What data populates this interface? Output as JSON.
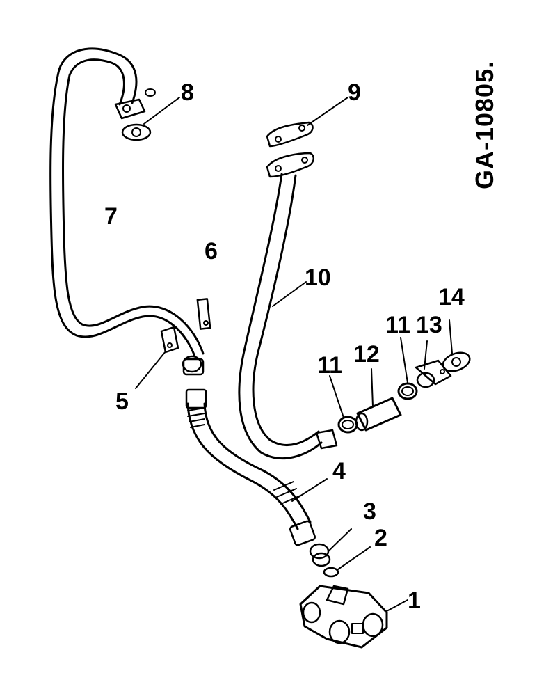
{
  "drawing_code": "GA-10805.",
  "callouts": {
    "c1": "1",
    "c2": "2",
    "c3": "3",
    "c4": "4",
    "c5": "5",
    "c6": "6",
    "c7": "7",
    "c8": "8",
    "c9": "9",
    "c10": "10",
    "c11a": "11",
    "c11b": "11",
    "c12": "12",
    "c13": "13",
    "c14": "14"
  }
}
